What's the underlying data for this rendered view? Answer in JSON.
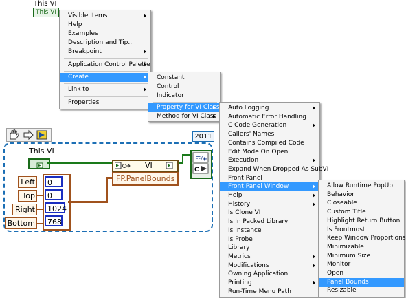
{
  "top_ref": {
    "label": "This VI",
    "ref_text": "This VI"
  },
  "menu1": {
    "items": [
      {
        "label": "Visible Items",
        "submenu": true
      },
      {
        "label": "Help",
        "submenu": false
      },
      {
        "label": "Examples",
        "submenu": false
      },
      {
        "label": "Description and Tip...",
        "submenu": false
      },
      {
        "label": "Breakpoint",
        "submenu": true
      },
      {
        "label": "Application Control Palette",
        "submenu": true
      },
      {
        "label": "Create",
        "submenu": true
      },
      {
        "label": "Link to",
        "submenu": true
      },
      {
        "label": "Properties",
        "submenu": false
      }
    ]
  },
  "menu2": {
    "items": [
      "Constant",
      "Control",
      "Indicator",
      "Property for VI Class",
      "Method for VI Class"
    ]
  },
  "menu3": {
    "items": [
      {
        "label": "Auto Logging",
        "submenu": true
      },
      {
        "label": "Automatic Error Handling",
        "submenu": false
      },
      {
        "label": "C Code Generation",
        "submenu": true
      },
      {
        "label": "Callers' Names",
        "submenu": false
      },
      {
        "label": "Contains Compiled Code",
        "submenu": false
      },
      {
        "label": "Edit Mode On Open",
        "submenu": false
      },
      {
        "label": "Execution",
        "submenu": true
      },
      {
        "label": "Expand When Dropped As SubVI",
        "submenu": false
      },
      {
        "label": "Front Panel",
        "submenu": false
      },
      {
        "label": "Front Panel Window",
        "submenu": true
      },
      {
        "label": "Help",
        "submenu": true
      },
      {
        "label": "History",
        "submenu": true
      },
      {
        "label": "Is Clone VI",
        "submenu": false
      },
      {
        "label": "Is In Packed Library",
        "submenu": false
      },
      {
        "label": "Is Instance",
        "submenu": false
      },
      {
        "label": "Is Probe",
        "submenu": false
      },
      {
        "label": "Library",
        "submenu": false
      },
      {
        "label": "Metrics",
        "submenu": true
      },
      {
        "label": "Modifications",
        "submenu": true
      },
      {
        "label": "Owning Application",
        "submenu": false
      },
      {
        "label": "Printing",
        "submenu": true
      },
      {
        "label": "Run-Time Menu Path",
        "submenu": false
      }
    ]
  },
  "menu4": {
    "items": [
      "Allow Runtime PopUp",
      "Behavior",
      "Closeable",
      "Custom Title",
      "Highlight Return Button",
      "Is Frontmost",
      "Keep Window Proportions",
      "Minimizable",
      "Minimum Size",
      "Monitor",
      "Open",
      "Panel Bounds",
      "Resizable"
    ]
  },
  "diagram": {
    "year": "2011",
    "this_vi_label": "This VI",
    "property_class": "VI",
    "property_name": "FP.PanelBounds",
    "cluster": [
      {
        "label": "Left",
        "value": "0"
      },
      {
        "label": "Top",
        "value": "0"
      },
      {
        "label": "Right",
        "value": "1024"
      },
      {
        "label": "Bottom",
        "value": "768"
      }
    ]
  },
  "colors": {
    "highlight": "#3399ff",
    "menu_bg": "#f4f4f4",
    "ref_wire": "#1a7a1a",
    "cluster_wire": "#a0521d",
    "structure": "#1c6fb5"
  }
}
